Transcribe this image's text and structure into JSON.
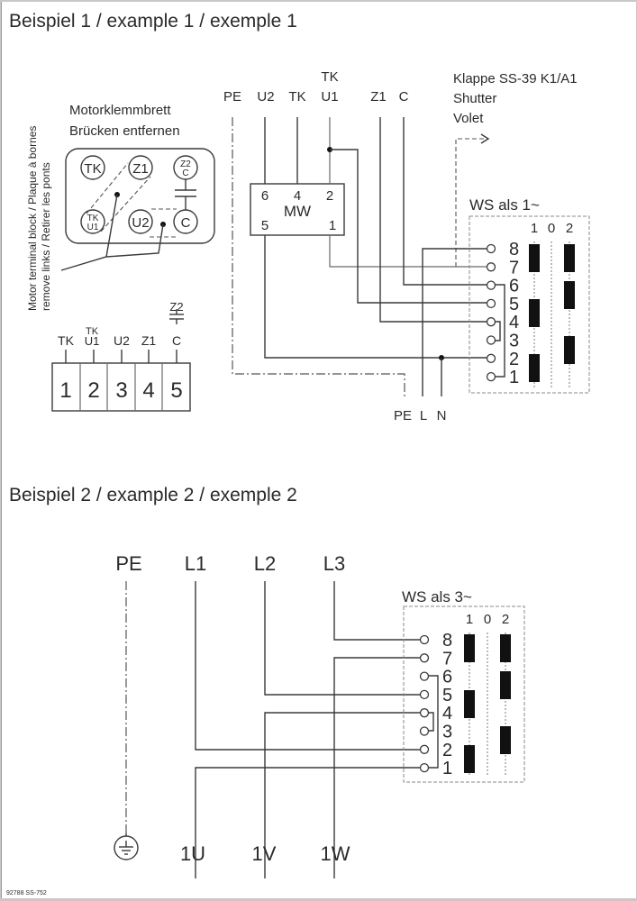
{
  "example1": {
    "title": "Beispiel 1 / example 1 / exemple 1",
    "side_note_line1": "Motor terminal block / Plaque à bornes",
    "side_note_line2": "remove links / Retirer les ponts",
    "motor_board_title1": "Motorklemmbrett",
    "motor_board_title2": "Brücken entfernen",
    "motor_board_terminals": [
      "TK",
      "Z1",
      "Z2\nC",
      "TK\nU1",
      "U2",
      "C"
    ],
    "terminal_strip": {
      "capacitor_label": "Z2",
      "labels": [
        "TK",
        "TK U1",
        "U2",
        "Z1",
        "C"
      ],
      "numbers": [
        "1",
        "2",
        "3",
        "4",
        "5"
      ]
    },
    "wire_labels_top": [
      "PE",
      "U2",
      "TK",
      "TK",
      "U1",
      "Z1",
      "C"
    ],
    "mw_box": {
      "label": "MW",
      "pins": [
        "6",
        "4",
        "2",
        "5",
        "1"
      ]
    },
    "shutter_note": [
      "Klappe SS-39 K1/A1",
      "Shutter",
      "Volet"
    ],
    "switch": {
      "title": "WS als 1~",
      "positions": [
        "1",
        "0",
        "2"
      ],
      "terminals": [
        "8",
        "7",
        "6",
        "5",
        "4",
        "3",
        "2",
        "1"
      ]
    },
    "supply_labels": [
      "PE",
      "L",
      "N"
    ]
  },
  "example2": {
    "title": "Beispiel 2 / example 2 / exemple 2",
    "top_labels": [
      "PE",
      "L1",
      "L2",
      "L3"
    ],
    "switch": {
      "title": "WS als 3~",
      "positions": [
        "1",
        "0",
        "2"
      ],
      "terminals": [
        "8",
        "7",
        "6",
        "5",
        "4",
        "3",
        "2",
        "1"
      ]
    },
    "bottom_labels": [
      "1U",
      "1V",
      "1W"
    ],
    "ground_symbol": "ground-icon"
  },
  "footer_code": "92788  SS-752"
}
